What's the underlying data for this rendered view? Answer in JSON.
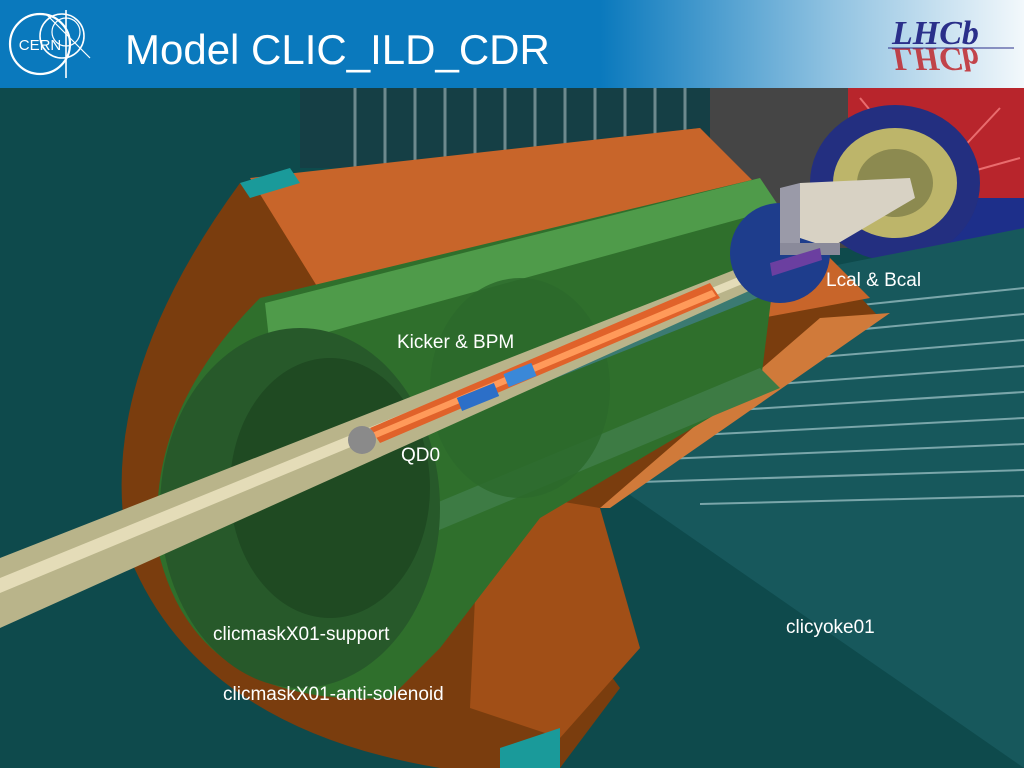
{
  "header": {
    "title": "Model CLIC_ILD_CDR",
    "cern_logo_text": "CERN",
    "lhcb_logo_text": "LHCb"
  },
  "labels": {
    "lcal_bcal": "Lcal & Bcal",
    "kicker_bpm": "Kicker & BPM",
    "qd0": "QD0",
    "clicyoke": "clicyoke01",
    "mask_support": "clicmaskX01-support",
    "anti_solenoid": "clicmaskX01-anti-solenoid"
  },
  "colors": {
    "header_blue": "#0a79bd",
    "background_teal": "#0e4a4c",
    "orange": "#c8652a",
    "dark_orange": "#7a3d0e",
    "green": "#3f8a3a",
    "dark_green": "#1f4f1f",
    "beige": "#b9b48a",
    "copper": "#e0622a",
    "yellow": "#c9c070"
  },
  "icons": [
    "cern-logo",
    "lhcb-logo"
  ]
}
